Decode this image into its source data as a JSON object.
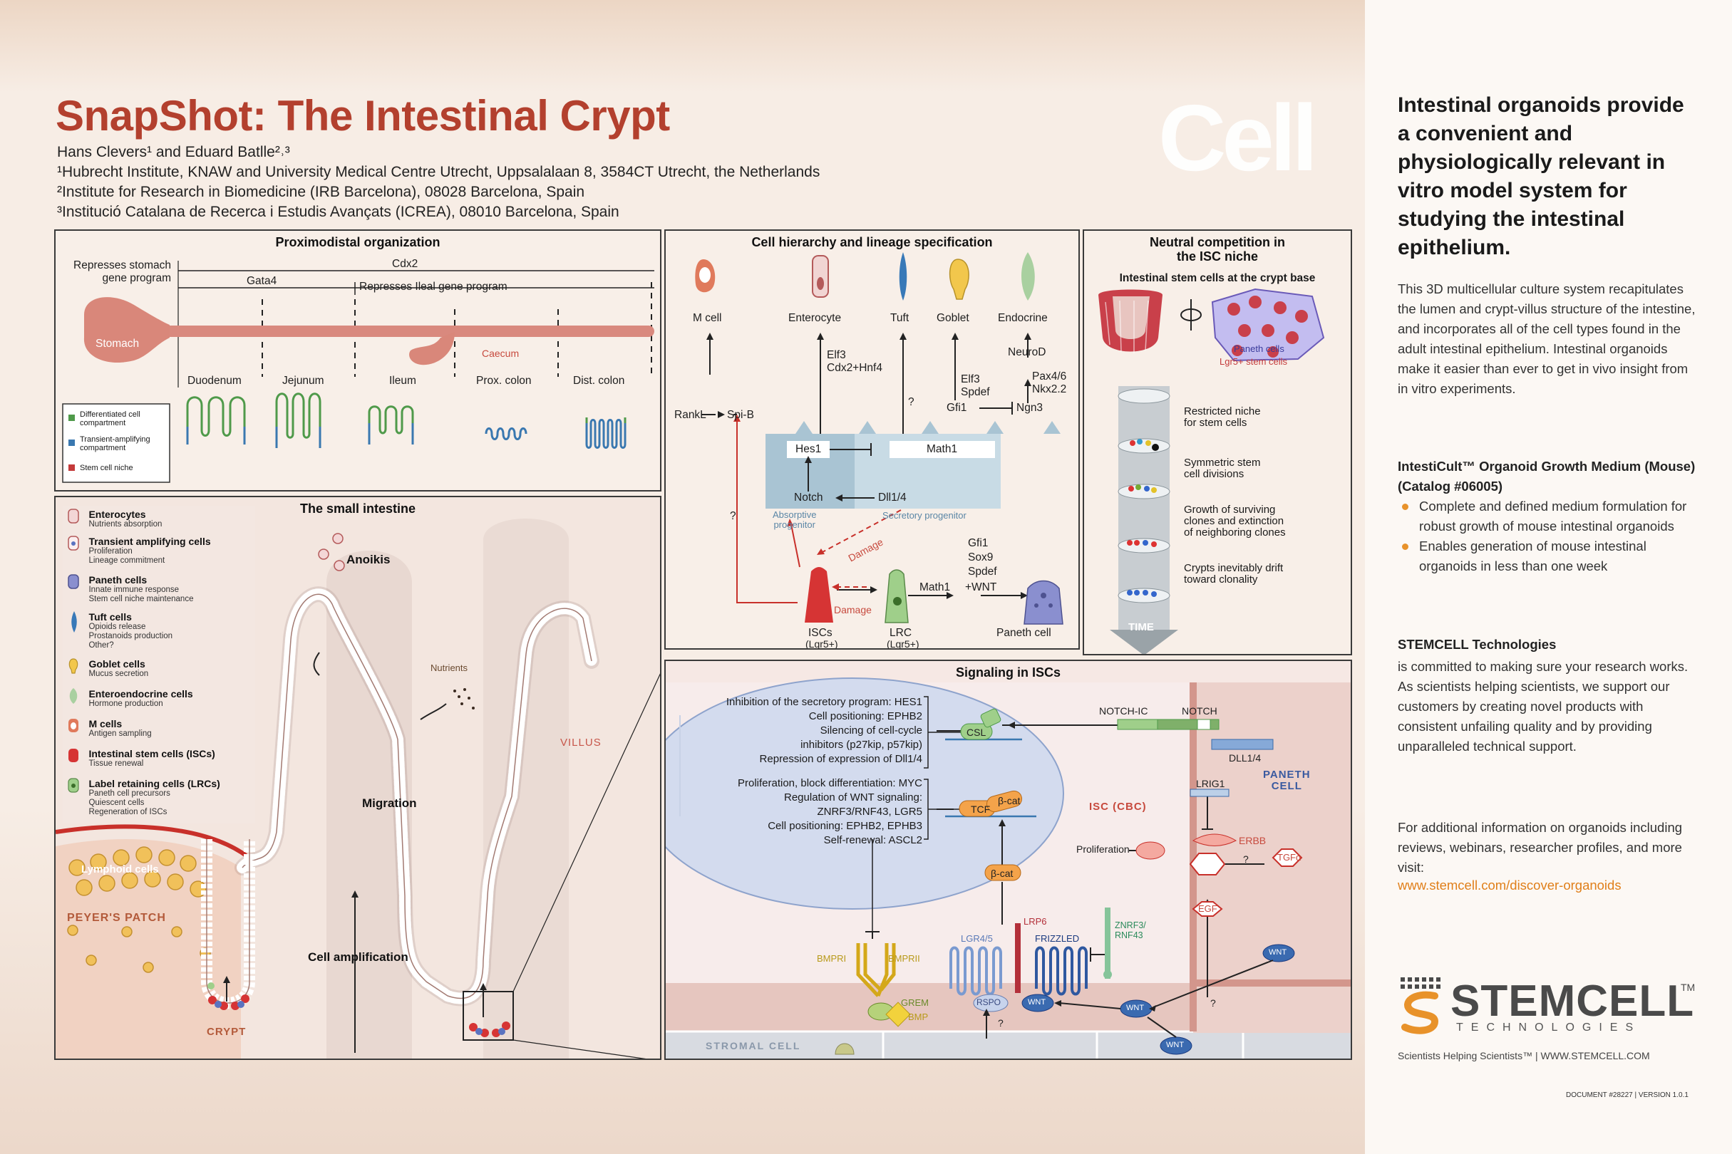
{
  "header": {
    "title": "SnapShot: The Intestinal Crypt",
    "authors": "Hans Clevers¹ and Eduard Batlle²˒³",
    "affiliations": [
      "¹Hubrecht Institute, KNAW and University Medical Centre Utrecht, Uppsalalaan 8, 3584CT Utrecht, the Netherlands",
      "²Institute for Research in Biomedicine (IRB Barcelona), 08028 Barcelona, Spain",
      "³Institució Catalana de Recerca i Estudis Avançats (ICREA), 08010 Barcelona, Spain"
    ],
    "journal_logo": "Cell"
  },
  "proximodistal": {
    "title": "Proximodistal organization",
    "represses_stomach": "Represses stomach",
    "gene_program": "gene program",
    "cdx2": "Cdx2",
    "gata4": "Gata4",
    "represses_ileal": "Represses Ileal gene program",
    "stomach": "Stomach",
    "caecum": "Caecum",
    "segments": [
      "Duodenum",
      "Jejunum",
      "Ileum",
      "Prox. colon",
      "Dist. colon"
    ],
    "legend": [
      "Differentiated cell compartment",
      "Transient-amplifying compartment",
      "Stem cell niche"
    ],
    "legend_colors": [
      "#4f9a4a",
      "#3a78b0",
      "#c43a3a"
    ]
  },
  "hierarchy": {
    "title": "Cell hierarchy and lineage specification",
    "cells": [
      "M cell",
      "Enterocyte",
      "Tuft",
      "Goblet",
      "Endocrine"
    ],
    "elf3_cdx2": [
      "Elf3",
      "Cdx2+Hnf4"
    ],
    "elf3_spdef": [
      "Elf3",
      "Spdef"
    ],
    "question": "?",
    "gfi1": "Gfi1",
    "neurod": "NeuroD",
    "pax": [
      "Pax4/6",
      "Nkx2.2"
    ],
    "ngn3": "Ngn3",
    "rankl": "RankL",
    "spib": "Spi-B",
    "hes1": "Hes1",
    "math1": "Math1",
    "notch": "Notch",
    "dll": "Dll1/4",
    "absorptive": [
      "Absorptive",
      "progenitor"
    ],
    "secretory": "Secretory progenitor",
    "damage": "Damage",
    "iscs": [
      "ISCs",
      "(Lgr5+)"
    ],
    "lrc": [
      "LRC",
      "(Lgr5+)"
    ],
    "paneth_factors": [
      "Gfi1",
      "Sox9",
      "Spdef",
      "+WNT"
    ],
    "paneth": "Paneth cell"
  },
  "neutral": {
    "title": [
      "Neutral competition in",
      "the ISC niche"
    ],
    "subtitle": "Intestinal stem cells at the crypt base",
    "paneth_cells": "Paneth cells",
    "lgr5": "Lgr5+ stem cells",
    "steps": [
      [
        "Restricted niche",
        "for stem cells"
      ],
      [
        "Symmetric stem",
        "cell divisions"
      ],
      [
        "Growth of surviving",
        "clones and extinction",
        "of neighboring clones"
      ],
      [
        "Crypts inevitably drift",
        "toward clonality"
      ]
    ],
    "time": "TIME"
  },
  "small_intestine": {
    "title": "The small intestine",
    "legend": [
      {
        "name": "Enterocytes",
        "desc": [
          "Nutrients absorption"
        ]
      },
      {
        "name": "Transient amplifying cells",
        "desc": [
          "Proliferation",
          "Lineage commitment"
        ]
      },
      {
        "name": "Paneth cells",
        "desc": [
          "Innate immune response",
          "Stem cell niche maintenance"
        ]
      },
      {
        "name": "Tuft cells",
        "desc": [
          "Opioids release",
          "Prostanoids production",
          "Other?"
        ]
      },
      {
        "name": "Goblet cells",
        "desc": [
          "Mucus secretion"
        ]
      },
      {
        "name": "Enteroendocrine cells",
        "desc": [
          "Hormone production"
        ]
      },
      {
        "name": "M cells",
        "desc": [
          "Antigen sampling"
        ]
      },
      {
        "name": "Intestinal stem cells (ISCs)",
        "desc": [
          "Tissue renewal"
        ]
      },
      {
        "name": "Label retaining cells (LRCs)",
        "desc": [
          "Paneth cell precursors",
          "Quiescent cells",
          "Regeneration of ISCs"
        ]
      }
    ],
    "anoikis": "Anoikis",
    "nutrients": "Nutrients",
    "villus": "VILLUS",
    "migration": "Migration",
    "lymphoid": "Lymphoid cells",
    "peyers": "PEYER'S PATCH",
    "cell_amp": "Cell amplification",
    "crypt": "CRYPT"
  },
  "signaling": {
    "title": "Signaling in ISCs",
    "notch_targets": [
      "Inhibition of the secretory program: HES1",
      "Cell positioning: EPHB2",
      "Silencing of cell-cycle",
      "inhibitors (p27kip, p57kip)",
      "Repression of expression of Dll1/4"
    ],
    "wnt_targets": [
      "Proliferation, block differentiation: MYC",
      "Regulation of WNT signaling:",
      "ZNRF3/RNF43, LGR5",
      "Cell positioning: EPHB2, EPHB3",
      "Self-renewal: ASCL2"
    ],
    "csl": "CSL",
    "notch_ic": "NOTCH-IC",
    "notch": "NOTCH",
    "dll": "DLL1/4",
    "isc_cbc": "ISC (CBC)",
    "paneth_cell": [
      "PANETH",
      "CELL"
    ],
    "tcf": "TCF",
    "bcat": "β-cat",
    "lrig1": "LRIG1",
    "proliferation": "Proliferation",
    "erbb": "ERBB",
    "tgfa": "TGFα",
    "egf": "EGF",
    "lrp6": "LRP6",
    "lgr45": "LGR4/5",
    "frizzled": "FRIZZLED",
    "znrf3": [
      "ZNRF3/",
      "RNF43"
    ],
    "bmpri": "BMPRI",
    "bmprii": "BMPRII",
    "grem": "GREM",
    "bmp": "BMP",
    "rspo": "RSPO",
    "wnt": "WNT",
    "stromal": "STROMAL CELL",
    "question": "?"
  },
  "right_column": {
    "headline": "Intestinal organoids provide a convenient and physiologically relevant in vitro model system for studying the intestinal epithelium.",
    "intro": "This 3D multicellular culture system recapitulates the lumen and crypt-villus structure of the intestine, and incorporates all of the cell types found in the adult intestinal epithelium. Intestinal organoids make it easier than ever to get in vivo insight from in vitro experiments.",
    "product": "IntestiCult™ Organoid Growth Medium (Mouse) (Catalog #06005)",
    "bullets": [
      "Complete and defined medium formulation for robust  growth of mouse intestinal organoids",
      "Enables generation of mouse intestinal organoids in less  than one week"
    ],
    "company": "STEMCELL Technologies",
    "company_text": "is committed to making sure your research works. As scientists helping scientists, we support our customers by creating novel products with consistent unfailing quality and by providing unparalleled technical support.",
    "info": "For additional information on organoids including reviews, webinars, researcher profiles, and more visit:",
    "url": "www.stemcell.com/discover-organoids",
    "logo_word": "STEMCELL",
    "logo_tm": "TM",
    "logo_sub": "TECHNOLOGIES",
    "tagline": "Scientists Helping Scientists™  |  WWW.STEMCELL.COM",
    "doc": "DOCUMENT #28227 | VERSION 1.0.1",
    "accent": "#e8922a"
  }
}
